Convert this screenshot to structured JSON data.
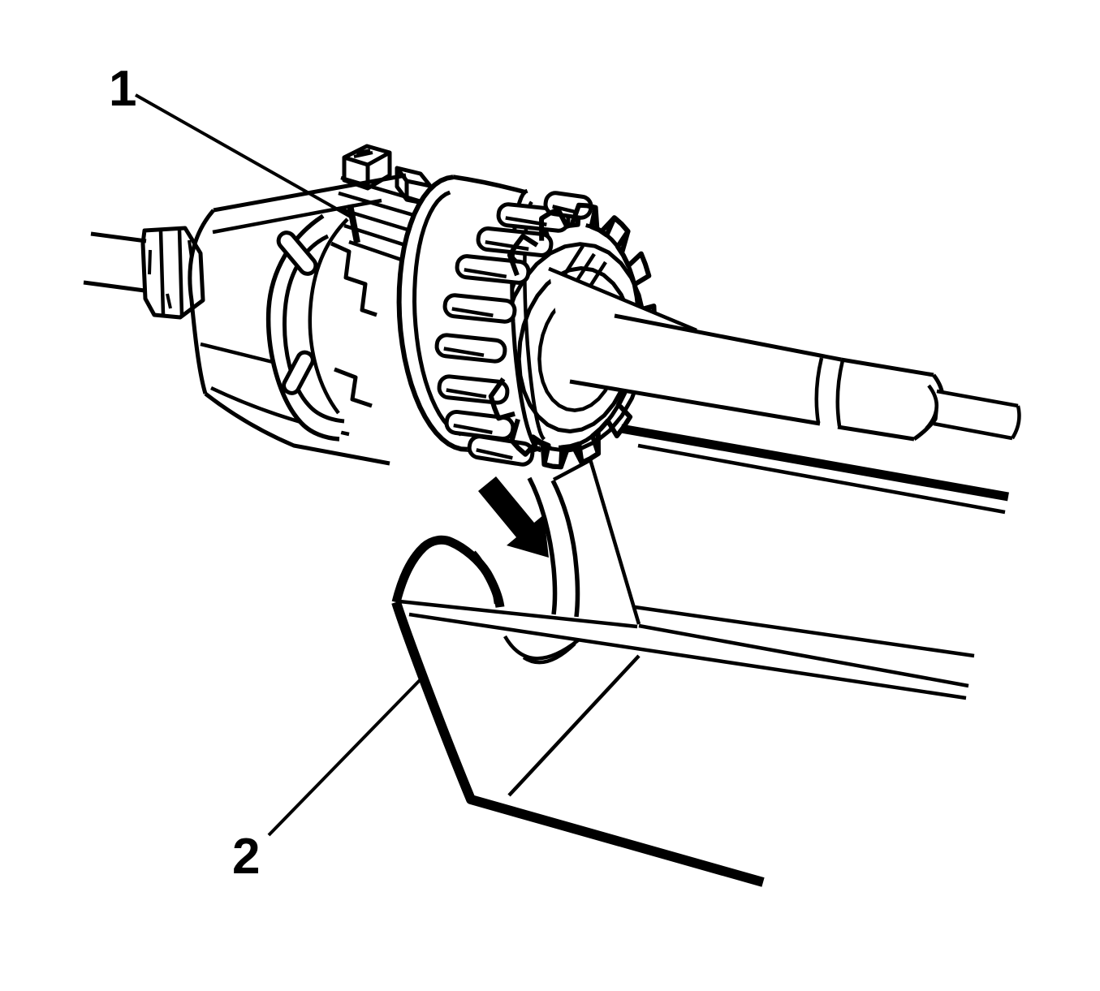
{
  "figure": {
    "background_color": "#ffffff",
    "line_color": "#000000",
    "callouts": [
      {
        "label": "1",
        "points_to": "cable-retainer-clip"
      },
      {
        "label": "2",
        "points_to": "mounting-bracket"
      }
    ],
    "arrow": {
      "name": "insertion-direction-arrow",
      "fill": "#000000"
    }
  }
}
